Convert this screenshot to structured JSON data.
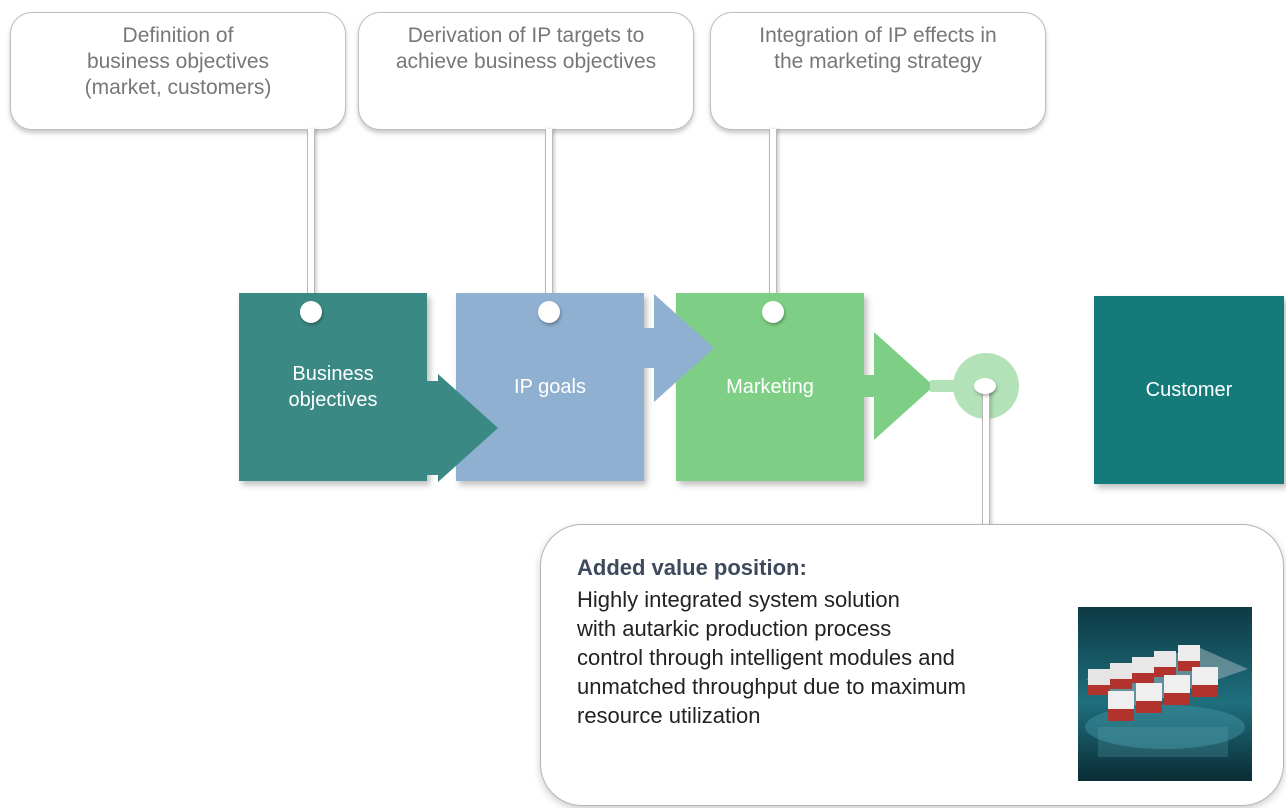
{
  "callouts": [
    {
      "text": "Definition of\nbusiness objectives\n(market, customers)"
    },
    {
      "text": "Derivation of IP targets to\nachieve business objectives"
    },
    {
      "text": "Integration of IP effects in\nthe marketing strategy"
    }
  ],
  "process": [
    {
      "label": "Business\nobjectives",
      "color": "#3b8985"
    },
    {
      "label": "IP goals",
      "color": "#8fb0d0"
    },
    {
      "label": "Marketing",
      "color": "#7ecf85"
    }
  ],
  "customer": {
    "label": "Customer",
    "color": "#157b7a"
  },
  "connector_color": "#b3e2b8",
  "value_position": {
    "title": "Added value position:",
    "body": "Highly integrated system solution\nwith autarkic production process\ncontrol through intelligent modules and\nunmatched throughput due to maximum\nresource utilization",
    "image": "production-line-machines-photo"
  }
}
